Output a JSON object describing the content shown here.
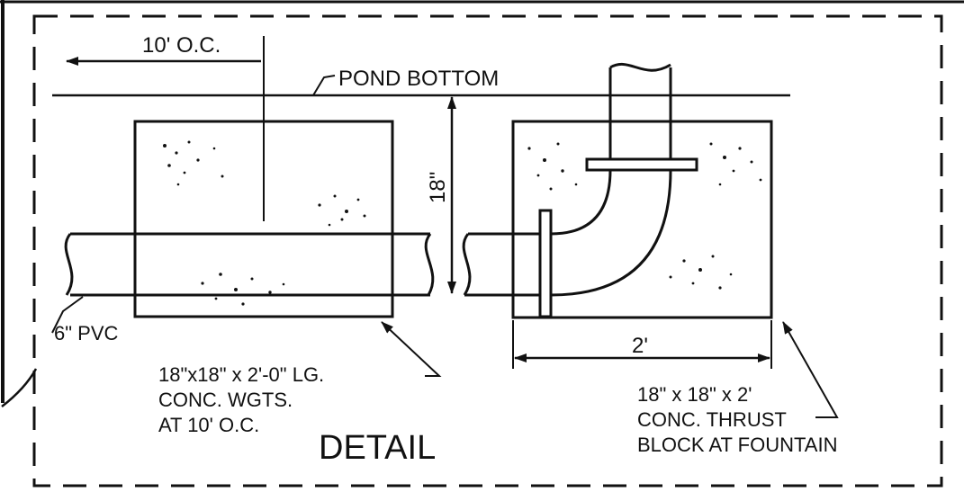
{
  "labels": {
    "spacing": "10' O.C.",
    "pond_bottom": "POND BOTTOM",
    "height": "18\"",
    "pipe": "6\" PVC",
    "block_width": "2'",
    "weights_line1": "18\"x18\" x 2'-0\" LG.",
    "weights_line2": "CONC. WGTS.",
    "weights_line3": "AT 10' O.C.",
    "title": "DETAIL",
    "thrust_line1": "18\" x 18\" x 2'",
    "thrust_line2": "CONC. THRUST",
    "thrust_line3": "BLOCK AT FOUNTAIN"
  },
  "colors": {
    "ink": "#111111",
    "paper": "#ffffff"
  }
}
